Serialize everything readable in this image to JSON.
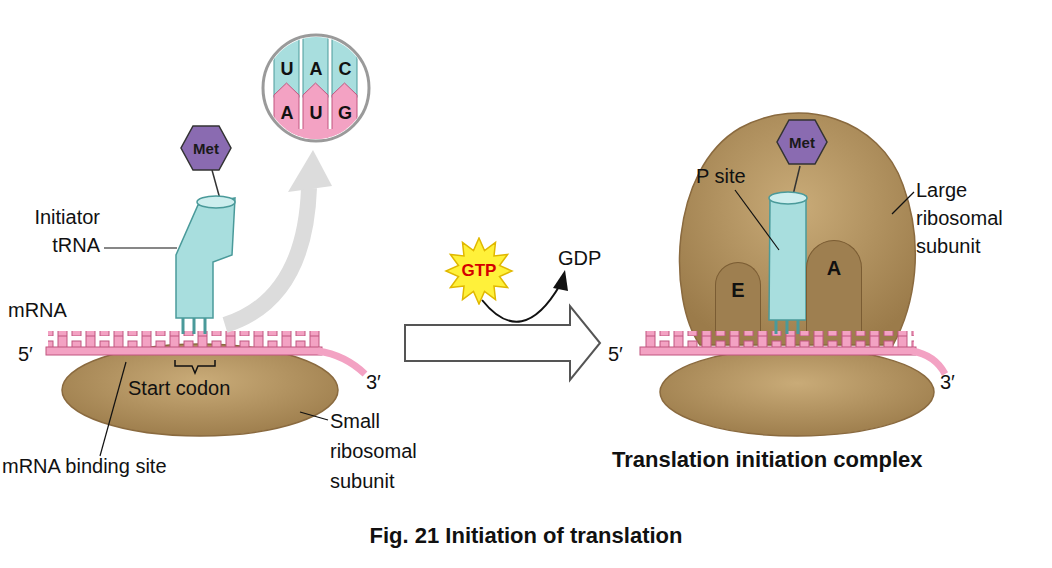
{
  "diagram": {
    "caption": "Fig. 21 Initiation of translation",
    "nodes": [
      {
        "text": [
          "Met"
        ]
      },
      {
        "text": [
          "U",
          "A",
          "C",
          "A",
          "U",
          "G"
        ]
      },
      {
        "text": [
          "GTP"
        ]
      },
      {
        "text": [
          "Met"
        ]
      },
      {
        "text": [
          "E"
        ]
      },
      {
        "text": [
          "A"
        ]
      }
    ],
    "labels": [
      "Initiator tRNA",
      "mRNA",
      "5′",
      "3′",
      "Start codon",
      "mRNA binding site",
      "Small ribosomal subunit",
      "GDP",
      "P site",
      "Large ribosomal subunit",
      "5′",
      "3′",
      "Translation initiation complex"
    ]
  }
}
